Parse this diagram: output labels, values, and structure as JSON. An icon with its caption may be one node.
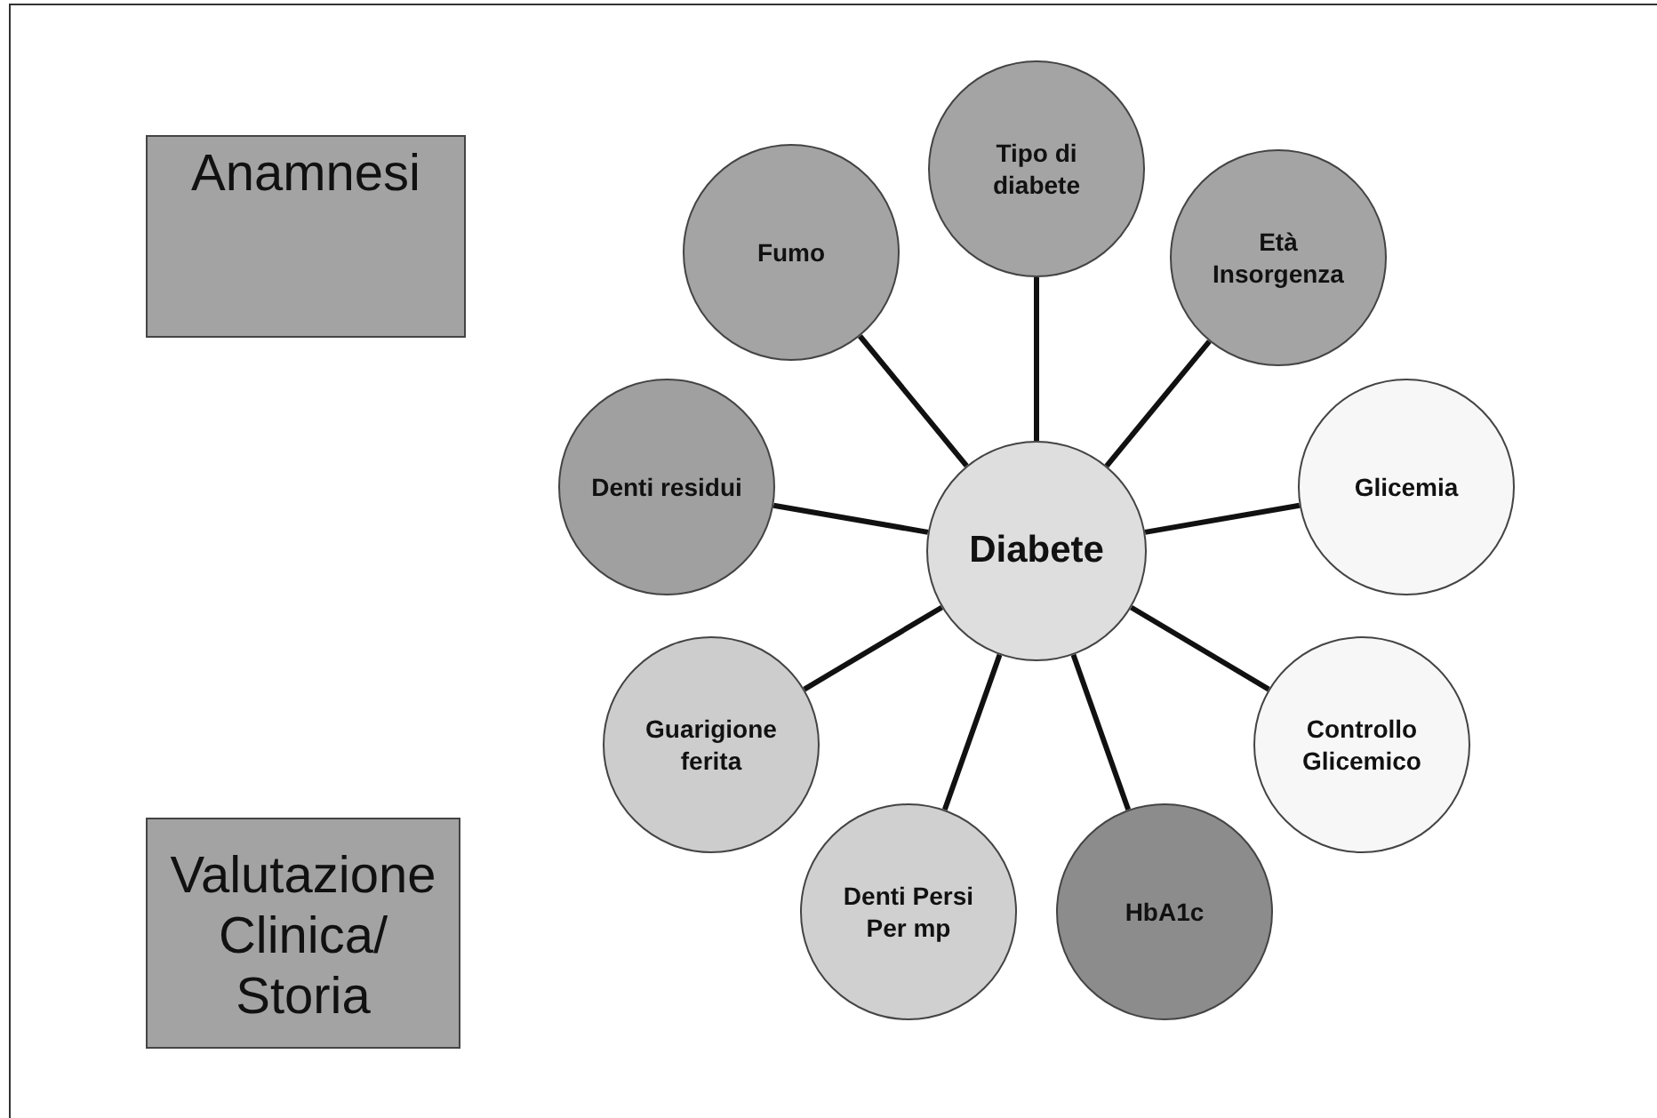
{
  "diagram": {
    "nodes": [
      {
        "text": [
          "Anamnesi"
        ]
      },
      {
        "text": [
          "Tipo di diabete"
        ]
      },
      {
        "text": [
          "Fumo"
        ]
      },
      {
        "text": [
          "Età Insorgenza"
        ]
      },
      {
        "text": [
          "Denti residui"
        ]
      },
      {
        "text": [
          "Glicemia"
        ]
      },
      {
        "text": [
          "Diabete"
        ]
      },
      {
        "text": [
          "Guarigione ferita"
        ]
      },
      {
        "text": [
          "Controllo Glicemico"
        ]
      },
      {
        "text": [
          "Denti Persi Per mp"
        ]
      },
      {
        "text": [
          "HbA1c"
        ]
      },
      {
        "text": [
          "Valutazione Clinica/ Storia"
        ]
      }
    ],
    "edges": [
      {
        "from": 6,
        "to": 1,
        "arrow": "none"
      },
      {
        "from": 6,
        "to": 2,
        "arrow": "none"
      },
      {
        "from": 6,
        "to": 3,
        "arrow": "none"
      },
      {
        "from": 6,
        "to": 4,
        "arrow": "none"
      },
      {
        "from": 6,
        "to": 5,
        "arrow": "none"
      },
      {
        "from": 6,
        "to": 7,
        "arrow": "none"
      },
      {
        "from": 6,
        "to": 8,
        "arrow": "none"
      },
      {
        "from": 6,
        "to": 9,
        "arrow": "none"
      },
      {
        "from": 6,
        "to": 10,
        "arrow": "none"
      }
    ]
  }
}
